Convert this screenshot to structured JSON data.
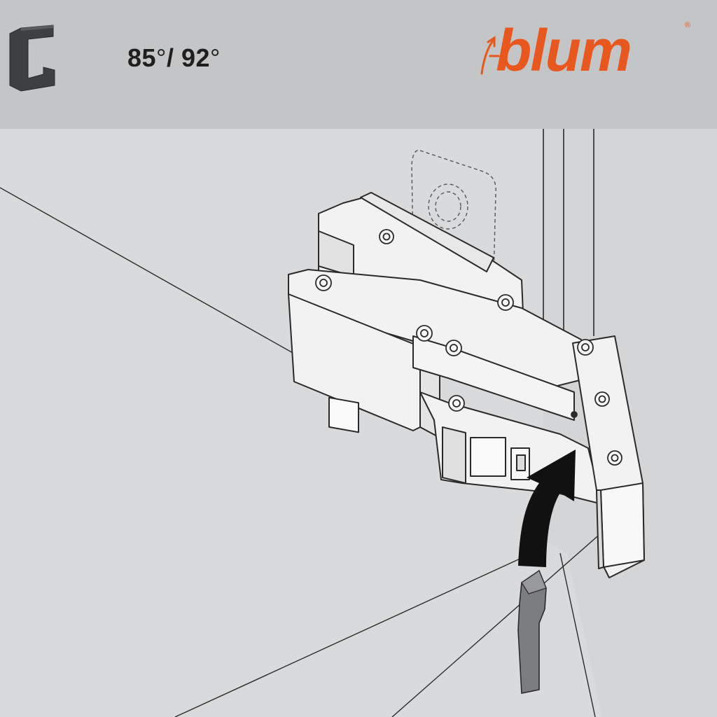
{
  "header": {
    "angle_first": "85",
    "angle_second": "92",
    "degree_symbol": "°",
    "separator": "/",
    "clip_icon": "clip-bracket-icon"
  },
  "logo": {
    "wordmark": "blum",
    "registered_mark": "®",
    "color": "#e8571e"
  },
  "colors": {
    "header_bg": "#c4c5c6",
    "scene_bg": "#d9dadb",
    "cabinet_panel": "#d4d5d6",
    "line": "#2a2a2a",
    "hinge_fill": "#f2f2f2",
    "arrow": "#111111",
    "insert_part": "#7c7d80"
  },
  "illustration": {
    "hinge_icon": "hinge-icon",
    "arrow_icon": "curved-arrow-icon",
    "part_icon": "insert-clip-icon"
  }
}
